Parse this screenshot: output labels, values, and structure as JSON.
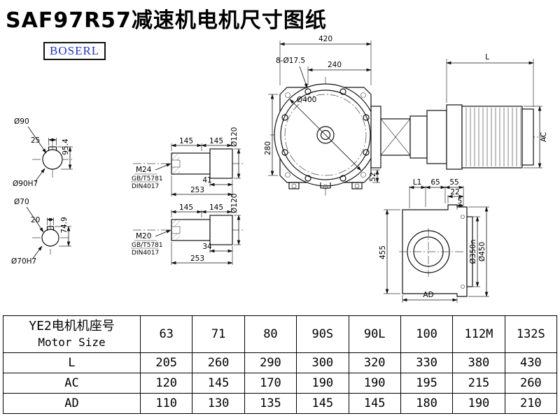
{
  "title": "SAF97R57减速机电机尺寸图纸",
  "logo": "BOSERL",
  "dims": {
    "d90": "Ø90",
    "w25": "25",
    "h95": "95.4",
    "d90h7": "Ø90H7",
    "d70": "Ø70",
    "w20": "20",
    "h74": "74.9",
    "d70h7": "Ø70H7",
    "l145": "145",
    "d120": "Ø120",
    "l253": "253",
    "m24": "M24",
    "m20": "M20",
    "gb": "GB/T5781",
    "din": "DIN4017",
    "l41": "41",
    "l34": "34",
    "l420": "420",
    "l240": "240",
    "holes8": "8-Ø17.5",
    "d400": "Ø400",
    "l280": "280",
    "l52": "52",
    "L": "L",
    "AC": "AC",
    "L1": "L1",
    "l65": "65",
    "l55": "55",
    "l22": "22",
    "l5": "5",
    "l455": "455",
    "d350": "Ø350n",
    "d450": "Ø450",
    "AD": "AD"
  },
  "table": {
    "header_cn": "YE2电机机座号",
    "header_en": "Motor Size",
    "size_labels": [
      "63",
      "71",
      "80",
      "90S",
      "90L",
      "100",
      "112M",
      "132S"
    ],
    "rows": [
      {
        "label": "L",
        "values": [
          "205",
          "260",
          "290",
          "300",
          "320",
          "330",
          "380",
          "430"
        ]
      },
      {
        "label": "AC",
        "values": [
          "120",
          "145",
          "170",
          "190",
          "190",
          "195",
          "215",
          "260"
        ]
      },
      {
        "label": "AD",
        "values": [
          "110",
          "130",
          "135",
          "145",
          "145",
          "180",
          "190",
          "210"
        ]
      }
    ]
  }
}
